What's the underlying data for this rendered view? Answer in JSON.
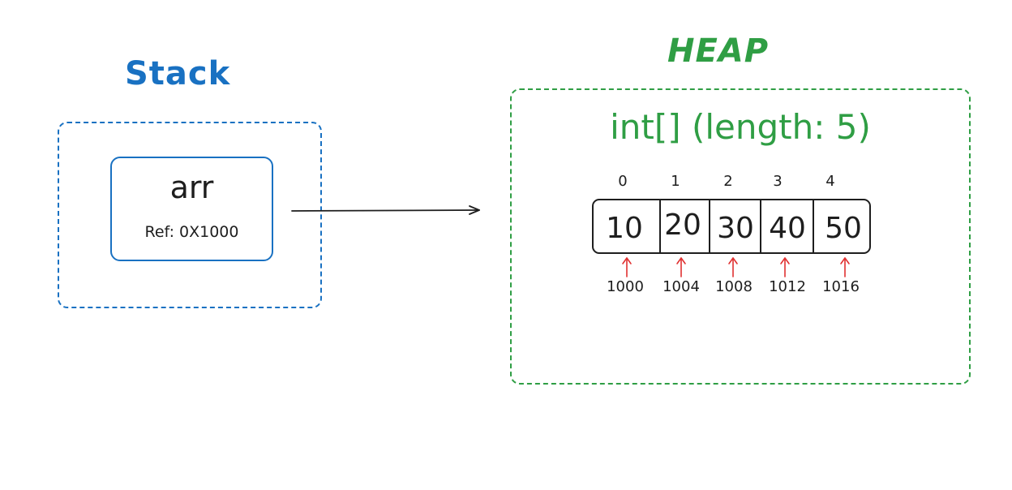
{
  "colors": {
    "stack": "#1971c2",
    "heap": "#2f9e44",
    "ink": "#1e1e1e",
    "pointer": "#e03131"
  },
  "stack": {
    "title": "Stack",
    "variable": {
      "name": "arr",
      "ref": "Ref: 0X1000"
    }
  },
  "heap": {
    "title": "HEAP",
    "array_label": "int[] (length: 5)",
    "cells": [
      {
        "index": "0",
        "value": "10",
        "address": "1000"
      },
      {
        "index": "1",
        "value": "20",
        "address": "1004"
      },
      {
        "index": "2",
        "value": "30",
        "address": "1008"
      },
      {
        "index": "3",
        "value": "40",
        "address": "1012"
      },
      {
        "index": "4",
        "value": "50",
        "address": "1016"
      }
    ]
  },
  "icons": {
    "reference_arrow": "arrow-right-icon",
    "address_pointer": "arrow-up-icon"
  }
}
